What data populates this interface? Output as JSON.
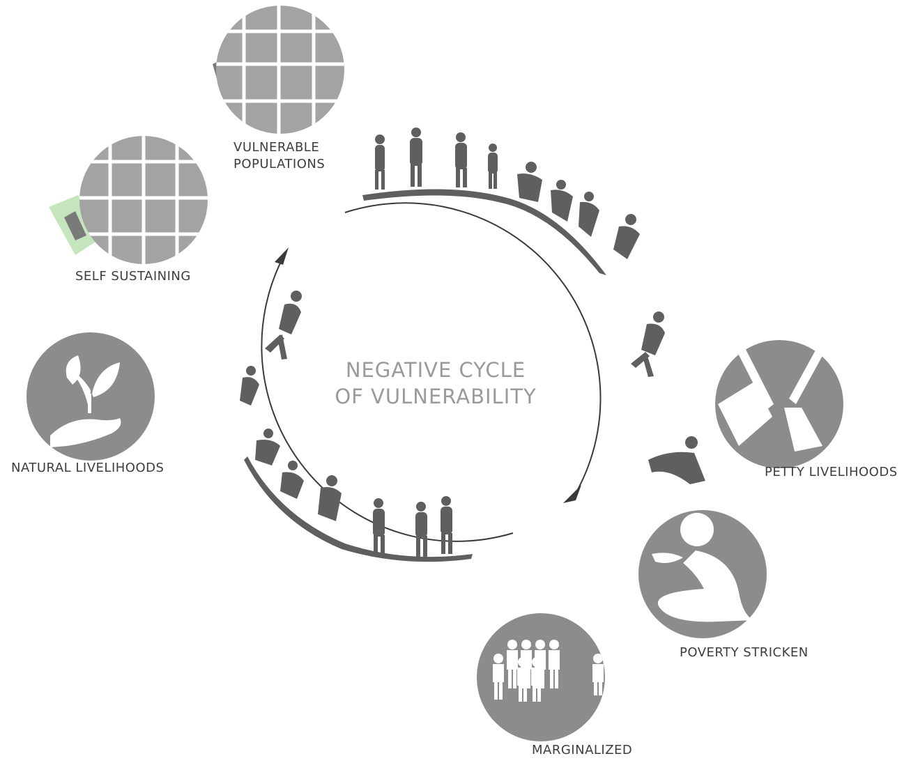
{
  "center": {
    "line1": "NEGATIVE CYCLE",
    "line2": "OF VULNERABILITY"
  },
  "stages": {
    "vulnerable_populations": {
      "line1": "VULNERABLE",
      "line2": "POPULATIONS"
    },
    "self_sustaining": "SELF SUSTAINING",
    "natural_livelihoods": "NATURAL LIVELIHOODS",
    "petty_livelihoods": "PETTY LIVELIHOODS",
    "poverty_stricken": "POVERTY STRICKEN",
    "marginalized": "MARGINALIZED"
  },
  "colors": {
    "circle_fill": "#8c8c8c",
    "grid_circle_fill": "#a3a3a3",
    "silhouette": "#5f5f5f",
    "arrow": "#3a3a3a",
    "highlight_green": "#c5e6bd",
    "title_text": "#9a9a9a"
  }
}
